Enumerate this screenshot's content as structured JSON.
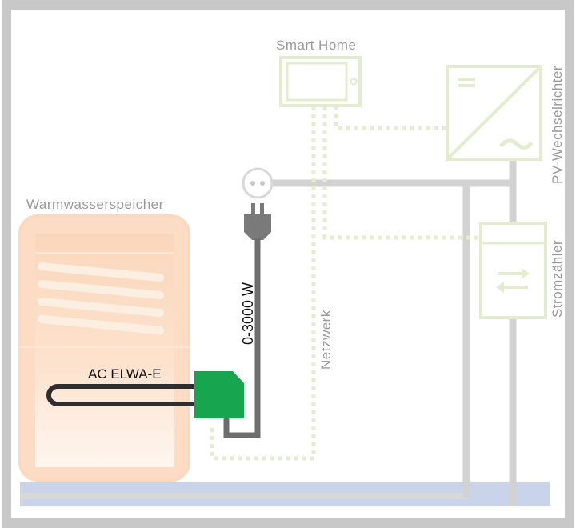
{
  "labels": {
    "smart_home": "Smart Home",
    "pv_inverter": "PV-Wechselrichter",
    "meter": "Stromzähler",
    "network": "Netzwerk",
    "water_tank": "Warmwasserspeicher",
    "device": "AC ELWA-E",
    "power_range": "0-3000 W"
  },
  "colors": {
    "frame": "#c8c8c8",
    "wire_gray": "#d2d2d2",
    "network_dotted": "#e6eccf",
    "device_outline": "#e4ecd0",
    "tank_fill": "#fbd9bf",
    "floor_blue": "#c9d3ea",
    "device_green": "#17a54f",
    "cable_dark": "#6d6d6d",
    "heater_rod": "#2e2e2e"
  },
  "icons": {
    "inverter_symbols": [
      "equals-icon",
      "tilde-icon"
    ],
    "meter_symbol": "bidirectional-arrows-icon",
    "plug": "power-plug-icon",
    "socket": "power-socket-icon"
  }
}
